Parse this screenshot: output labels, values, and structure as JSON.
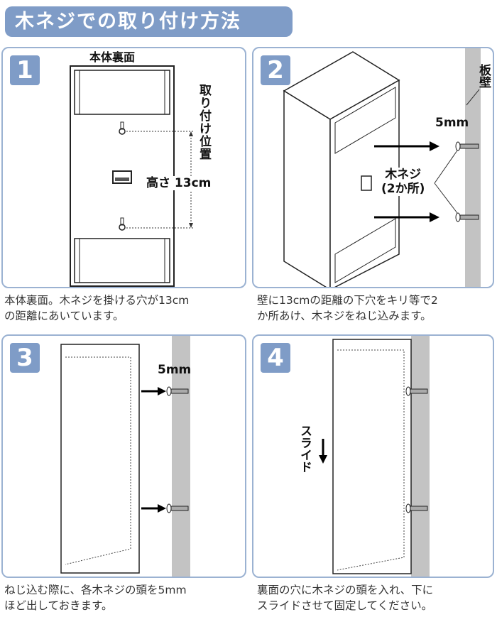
{
  "title": "木ネジでの取り付け方法",
  "steps": [
    {
      "number": "1",
      "labels": {
        "back": "本体裏面",
        "mount_pos": "取り付け位置",
        "height": "高さ 13cm"
      },
      "caption": "本体裏面。木ネジを掛ける穴が13cm\nの距離にあいています。"
    },
    {
      "number": "2",
      "labels": {
        "wall": "板壁",
        "gap": "5mm",
        "screw": "木ネジ\n(2か所)"
      },
      "caption": "壁に13cmの距離の下穴をキリ等で2\nか所あけ、木ネジをねじ込みます。"
    },
    {
      "number": "3",
      "labels": {
        "gap": "5mm"
      },
      "caption": "ねじ込む際に、各木ネジの頭を5mm\nほど出しておきます。"
    },
    {
      "number": "4",
      "labels": {
        "slide": "スライド"
      },
      "caption": "裏面の穴に木ネジの頭を入れ、下に\nスライドさせて固定してください。"
    }
  ]
}
